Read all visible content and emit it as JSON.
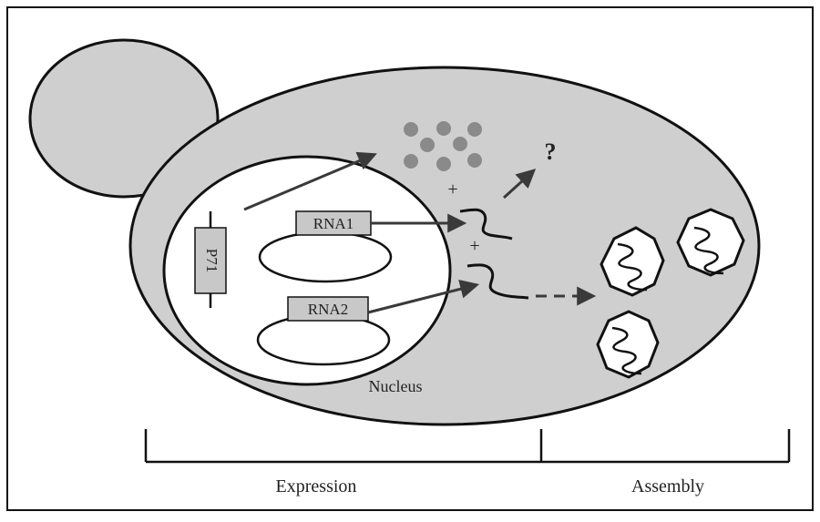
{
  "diagram": {
    "labels": {
      "p71": "P71",
      "rna1": "RNA1",
      "rna2": "RNA2",
      "nucleus": "Nucleus",
      "question": "?",
      "plus_top": "+",
      "plus_bottom": "+"
    },
    "phases": {
      "expression": "Expression",
      "assembly": "Assembly"
    },
    "colors": {
      "cell_fill": "#cfcfcf",
      "nucleus_fill": "#ffffff",
      "label_fill": "#c8c8c8",
      "particle": "#8a8a8a",
      "arrow": "#3a3a3a",
      "outline": "#111111"
    }
  }
}
